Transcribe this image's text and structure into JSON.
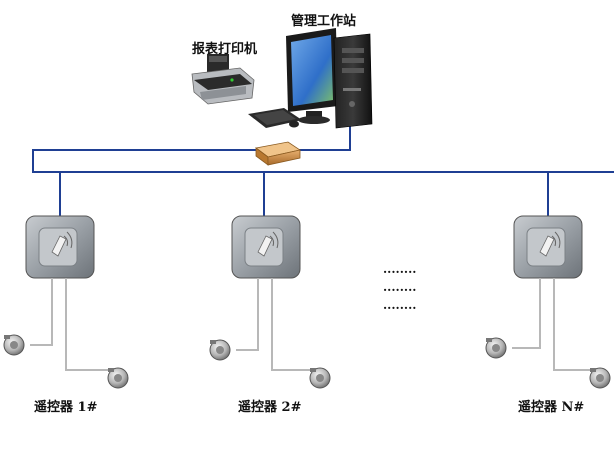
{
  "workstation": {
    "label": "管理工作站"
  },
  "printer": {
    "label": "报表打印机"
  },
  "controllers": [
    {
      "label": "遥控器 1#"
    },
    {
      "label": "遥控器 2#"
    },
    {
      "label": "遥控器 N#"
    }
  ],
  "ellipsis": "........",
  "colors": {
    "bus_line": "#1f3f93",
    "cable": "#b8b8b8",
    "reader_body": "#8f959b",
    "monitor_screen": "#2f6fc9"
  }
}
